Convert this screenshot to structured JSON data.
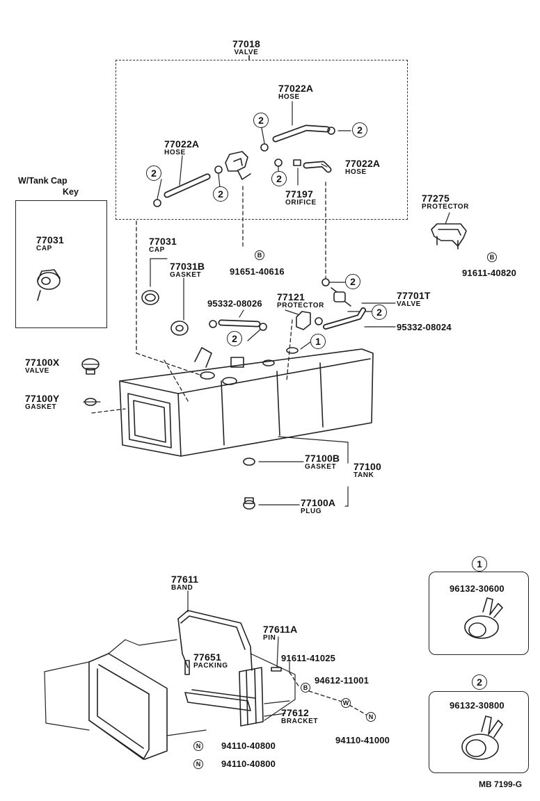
{
  "labels": {
    "valve_77018": {
      "pn": "77018",
      "name": "VALVE"
    },
    "hose_top": {
      "pn": "77022A",
      "name": "HOSE"
    },
    "hose_left": {
      "pn": "77022A",
      "name": "HOSE"
    },
    "hose_right": {
      "pn": "77022A",
      "name": "HOSE"
    },
    "orifice": {
      "pn": "77197",
      "name": "ORIFICE"
    },
    "protector_77275": {
      "pn": "77275",
      "name": "PROTECTOR"
    },
    "bolt_91611_40820": {
      "pn": "91611-40820"
    },
    "bolt_91651_40616": {
      "pn": "91651-40616"
    },
    "cap_inner": {
      "pn": "77031",
      "name": "CAP"
    },
    "cap_side": {
      "pn": "77031",
      "name": "CAP"
    },
    "gasket_77031b": {
      "pn": "77031B",
      "name": "GASKET"
    },
    "hose_95332_08026": {
      "pn": "95332-08026"
    },
    "protector_77121": {
      "pn": "77121",
      "name": "PROTECTOR"
    },
    "valve_77701t": {
      "pn": "77701T",
      "name": "VALVE"
    },
    "hose_95332_08024": {
      "pn": "95332-08024"
    },
    "valve_77100x": {
      "pn": "77100X",
      "name": "VALVE"
    },
    "gasket_77100y": {
      "pn": "77100Y",
      "name": "GASKET"
    },
    "gasket_77100b": {
      "pn": "77100B",
      "name": "GASKET"
    },
    "tank_77100": {
      "pn": "77100",
      "name": "TANK"
    },
    "plug_77100a": {
      "pn": "77100A",
      "name": "PLUG"
    },
    "band_77611": {
      "pn": "77611",
      "name": "BAND"
    },
    "pin_77611a": {
      "pn": "77611A",
      "name": "PIN"
    },
    "bolt_91611_41025": {
      "pn": "91611-41025"
    },
    "packing_77651": {
      "pn": "77651",
      "name": "PACKING"
    },
    "washer_94612_11001": {
      "pn": "94612-11001"
    },
    "bracket_77612": {
      "pn": "77612",
      "name": "BRACKET"
    },
    "nut_94110_41000": {
      "pn": "94110-41000"
    },
    "nut_94110_40800_a": {
      "pn": "94110-40800"
    },
    "nut_94110_40800_b": {
      "pn": "94110-40800"
    }
  },
  "wtank": {
    "line1": "W/Tank Cap",
    "line2": "Key"
  },
  "clamp_boxes": [
    {
      "ref": "1",
      "pn": "96132-30600"
    },
    {
      "ref": "2",
      "pn": "96132-30800"
    }
  ],
  "refs": {
    "one": "1",
    "two": "2"
  },
  "badges": {
    "B": "B",
    "W": "W",
    "N": "N"
  },
  "footer": {
    "code": "MB 7199-G"
  }
}
